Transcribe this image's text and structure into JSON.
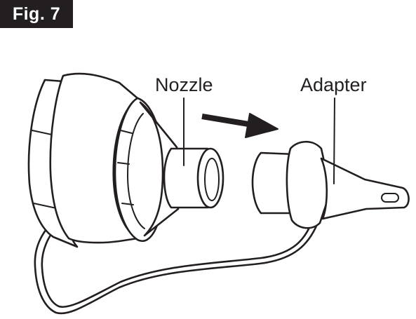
{
  "figure": {
    "label": "Fig. 7"
  },
  "callouts": {
    "nozzle": "Nozzle",
    "adapter": "Adapter"
  },
  "colors": {
    "ink": "#231f20",
    "background": "#ffffff"
  },
  "arrow": {
    "direction": "right"
  }
}
